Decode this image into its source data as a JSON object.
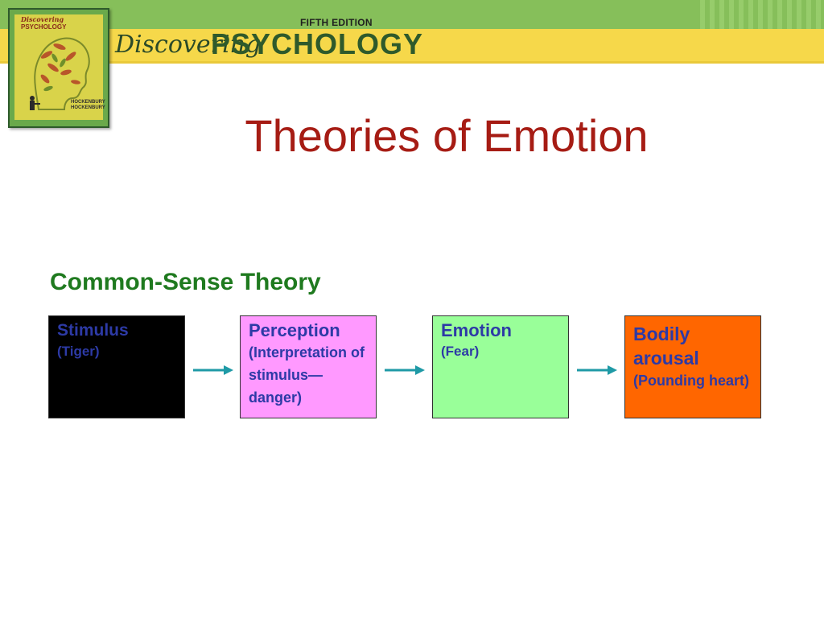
{
  "header": {
    "edition": "FIFTH EDITION",
    "brand_discovering": "Discovering",
    "brand_psychology": "PSYCHOLOGY",
    "colors": {
      "green_band": "#86bf5a",
      "yellow_band": "#f6d84a"
    }
  },
  "book_cover": {
    "title_line1": "Discovering",
    "title_line2": "PSYCHOLOGY",
    "author1": "HOCKENBURY",
    "author2": "HOCKENBURY"
  },
  "slide": {
    "title": "Theories of Emotion",
    "subtitle": "Common-Sense Theory"
  },
  "diagram": {
    "nodes": [
      {
        "label": "Stimulus",
        "detail": "(Tiger)",
        "color": "#000000"
      },
      {
        "label": "Perception",
        "detail": "(Interpretation of stimulus—danger)",
        "color": "#ff99ff"
      },
      {
        "label": "Emotion",
        "detail": "(Fear)",
        "color": "#99ff99"
      },
      {
        "label": "Bodily arousal",
        "detail": "(Pounding heart)",
        "color": "#ff6600"
      }
    ],
    "arrow_color": "#1f9aa6",
    "text_color": "#2d3aa6"
  }
}
